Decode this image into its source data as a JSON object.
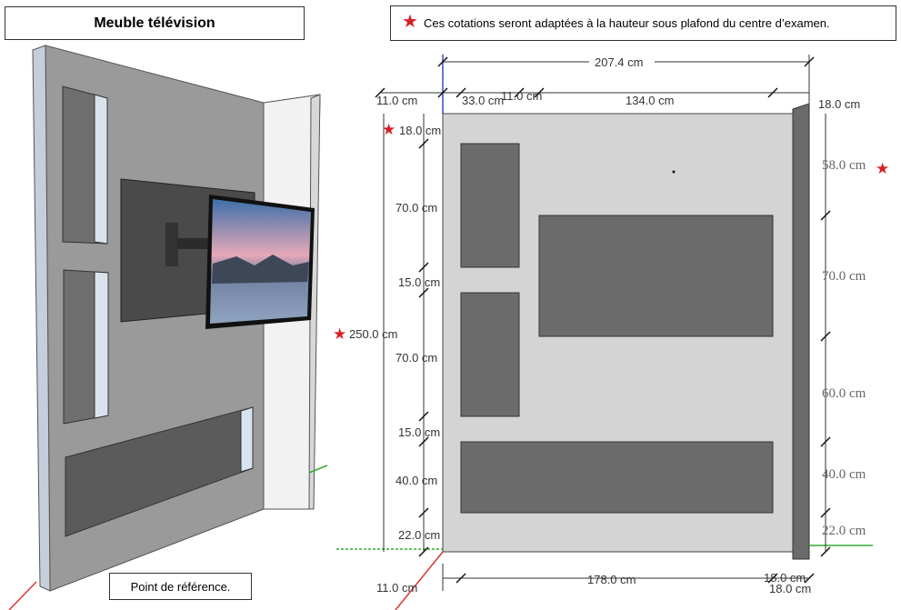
{
  "title": "Meuble télévision",
  "note": "Ces cotations seront adaptées à la hauteur sous plafond du centre d’examen.",
  "reference_label": "Point de référence.",
  "star_color": "#d81f26",
  "dimensions": {
    "total_width": "207.4 cm",
    "left_offset": "11.0 cm",
    "niche_width": "33.0 cm",
    "gap_width": "11.0 cm",
    "tv_width": "134.0 cm",
    "right_panel": "18.0 cm",
    "top_margin": "18.0 cm",
    "niche1_height": "70.0 cm",
    "gap1": "15.0 cm",
    "niche2_height": "70.0 cm",
    "gap2": "15.0 cm",
    "bottom_niche_height": "40.0 cm",
    "bottom_margin": "22.0 cm",
    "total_height": "250.0 cm",
    "right_top": "58.0 cm",
    "right_tv": "70.0 cm",
    "right_mid": "60.0 cm",
    "right_bottom_niche": "40.0 cm",
    "right_base": "22.0 cm",
    "bottom_left": "11.0 cm",
    "bottom_niche_width": "178.0 cm",
    "bottom_right_1": "18.0 cm",
    "bottom_right_2": "18.0 cm"
  }
}
